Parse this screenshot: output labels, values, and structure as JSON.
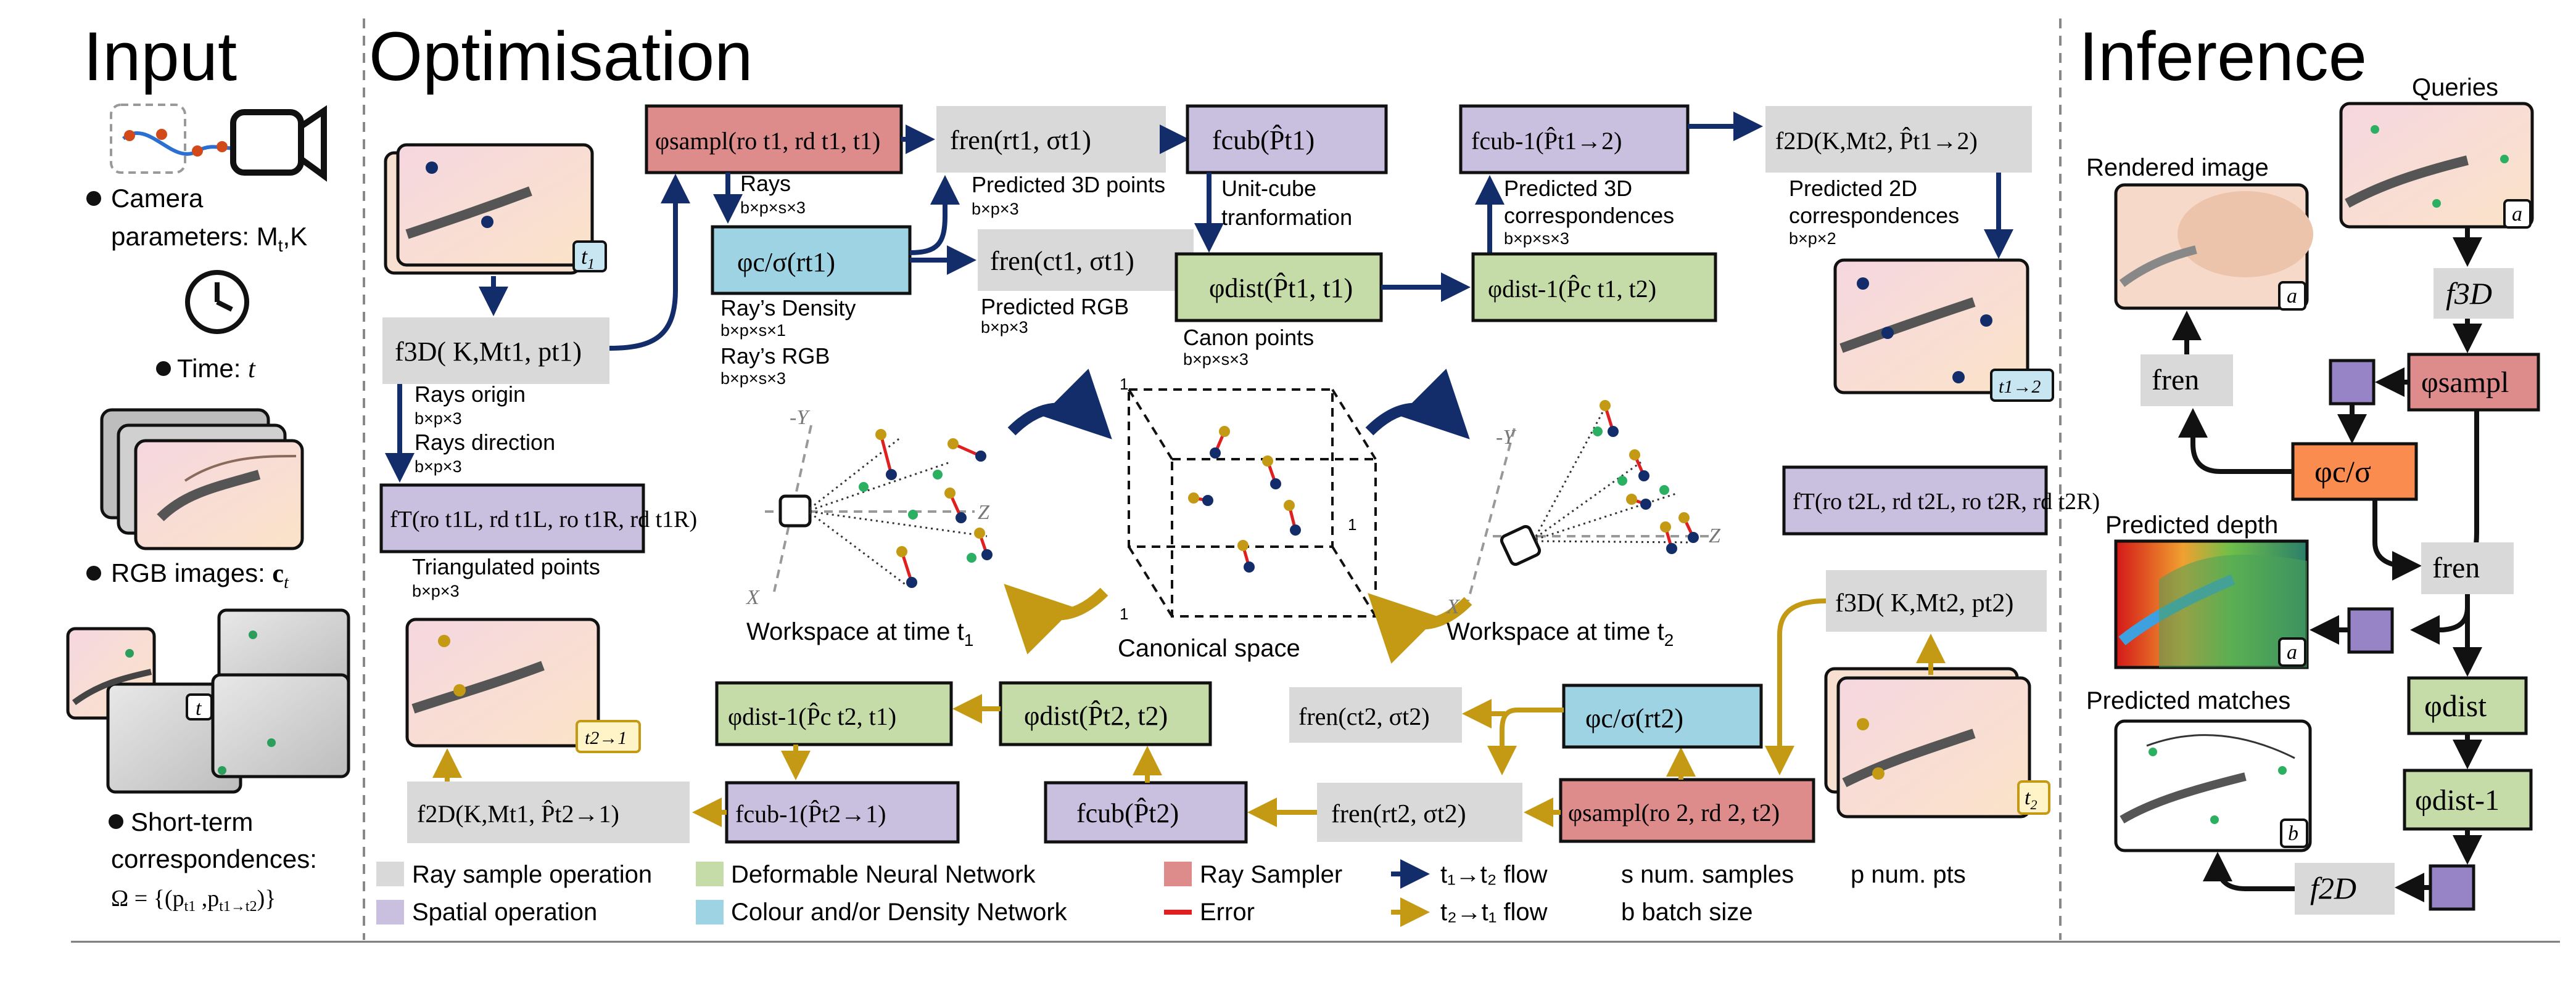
{
  "sections": {
    "input": "Input",
    "optimisation": "Optimisation",
    "inference": "Inference"
  },
  "input": {
    "camera_label_1": "Camera",
    "camera_label_2": "parameters: M",
    "camera_label_2_sub": "t",
    "camera_label_2_tail": ",K",
    "time_label": "Time: ",
    "time_symbol": "t",
    "rgb_label": "RGB images: ",
    "rgb_symbol": "c",
    "rgb_symbol_sub": "t",
    "corr_label_1": "Short-term",
    "corr_label_2": "correspondences:",
    "corr_formula": "Ω = {(p",
    "corr_formula_sub1": "t1",
    "corr_formula_mid": " ,p",
    "corr_formula_sub2": "t1→t2",
    "corr_formula_tail": ")}",
    "corr_image_tag": "t"
  },
  "optimisation": {
    "t1_tag": "t",
    "t1_tag_sub": "1",
    "f3d_t1": "f3D( K,Mt1, pt1)",
    "rays_origin": "Rays origin",
    "rays_origin_dim": "b×p×3",
    "rays_direction": "Rays direction",
    "rays_direction_dim": "b×p×3",
    "ft_t1": "fT(ro t1L, rd t1L, ro t1R, rd t1R)",
    "triangulated": "Triangulated points",
    "triangulated_dim": "b×p×3",
    "t2to1_tag": "t2→1",
    "phi_sampl_t1": "φsampl(ro t1, rd t1, t1)",
    "rays": "Rays",
    "rays_dim": "b×p×s×3",
    "phi_cs_t1": "φc/σ(rt1)",
    "rays_density": "Ray’s Density",
    "rays_density_dim": "b×p×s×1",
    "rays_rgb": "Ray’s RGB",
    "rays_rgb_dim": "b×p×s×3",
    "fren_r_t1": "fren(rt1, σt1)",
    "pred_3d_points": "Predicted 3D points",
    "pred_3d_points_dim": "b×p×3",
    "fren_c_t1": "fren(ct1, σt1)",
    "pred_rgb": "Predicted RGB",
    "pred_rgb_dim": "b×p×3",
    "fcub_t1": "fcub(P̂t1)",
    "unit_cube_1": "Unit-cube",
    "unit_cube_2": "tranformation",
    "phi_dist_t1": "φdist(P̂t1, t1)",
    "canon_points": "Canon points",
    "canon_points_dim": "b×p×s×3",
    "phi_dist_inv_t1": "φdist-1(P̂c t1, t2)",
    "fcub_inv_t1": "fcub-1(P̂t1→2)",
    "pred_3d_corr_1": "Predicted 3D",
    "pred_3d_corr_2": "correspondences",
    "pred_3d_corr_dim": "b×p×s×3",
    "f2d_t1": "f2D(K,Mt2, P̂t1→2)",
    "pred_2d_corr_1": "Predicted 2D",
    "pred_2d_corr_2": "correspondences",
    "pred_2d_corr_dim": "b×p×2",
    "t1to2_tag": "t1→2",
    "workspace_t1": "Workspace at time t",
    "workspace_t1_sub": "1",
    "canonical_space": "Canonical space",
    "workspace_t2": "Workspace at time t",
    "workspace_t2_sub": "2",
    "axis_y": "-Y",
    "axis_z": "Z",
    "axis_x": "X",
    "cube_1": "1",
    "ft_t2": "fT(ro t2L, rd t2L, ro t2R, rd t2R)",
    "f3d_t2": "f3D( K,Mt2, pt2)",
    "t2_tag": "t",
    "t2_tag_sub": "2",
    "phi_sampl_t2": "φsampl(ro 2, rd 2, t2)",
    "phi_cs_t2": "φc/σ(rt2)",
    "fren_c_t2": "fren(ct2, σt2)",
    "fren_r_t2": "fren(rt2, σt2)",
    "fcub_t2": "fcub(P̂t2)",
    "phi_dist_t2": "φdist(P̂t2, t2)",
    "phi_dist_inv_t2": "φdist-1(P̂c t2, t1)",
    "fcub_inv_t2": "fcub-1(P̂t2→1)",
    "f2d_t2": "f2D(K,Mt1, P̂t2→1)"
  },
  "inference": {
    "queries": "Queries",
    "rendered_image": "Rendered image",
    "predicted_depth": "Predicted depth",
    "predicted_matches": "Predicted matches",
    "tag_a": "a",
    "tag_b": "b",
    "f3d": "f3D",
    "phi_sampl": "φsampl",
    "fren_top": "fren",
    "phi_cs": "φc/σ",
    "fren_mid": "fren",
    "phi_dist": "φdist",
    "phi_dist_inv": "φdist-1",
    "f2d": "f2D"
  },
  "legend": {
    "ray_sample": "Ray sample operation",
    "spatial": "Spatial operation",
    "deformable": "Deformable Neural Network",
    "colour_density": "Colour and/or Density Network",
    "ray_sampler": "Ray Sampler",
    "error": "Error",
    "flow_t1t2": "t₁→t₂ flow",
    "flow_t2t1": "t₂→t₁ flow",
    "s_num": "s num. samples",
    "b_batch": "b batch size",
    "p_num": "p num. pts"
  },
  "colors": {
    "gray": "#d9d9d9",
    "purple": "#c9c0e0",
    "green": "#c5dca8",
    "blue": "#9ed3e4",
    "red": "#dd8b8b",
    "orange": "#fa8c4f",
    "flow_t1t2": "#132d6b",
    "flow_t2t1": "#c49a15",
    "error": "#e02020"
  }
}
